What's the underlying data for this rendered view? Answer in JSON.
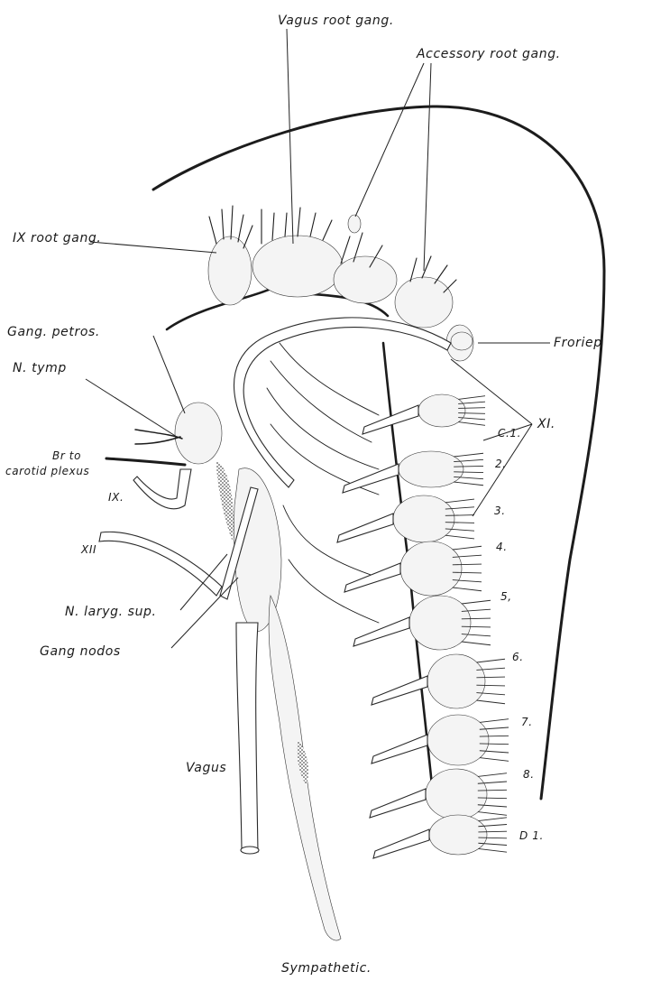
{
  "labels": {
    "vagus_root_gang": "Vagus root gang.",
    "accessory_root_gang": "Accessory root gang.",
    "ix_root_gang": "IX root gang.",
    "gang_petros": "Gang. petros.",
    "n_tymp": "N. tymp",
    "br_to": "Br to",
    "carotid_plexus": "carotid plexus",
    "ix": "IX.",
    "xii": "XII",
    "n_laryg_sup": "N. laryg. sup.",
    "gang_nodos": "Gang nodos",
    "vagus": "Vagus",
    "froriep": "Froriep",
    "xi": "XI.",
    "sympathetic": "Sympathetic.",
    "segments": [
      "C.1.",
      "2.",
      "3.",
      "4.",
      "5,",
      "6.",
      "7.",
      "8.",
      "D 1."
    ]
  }
}
